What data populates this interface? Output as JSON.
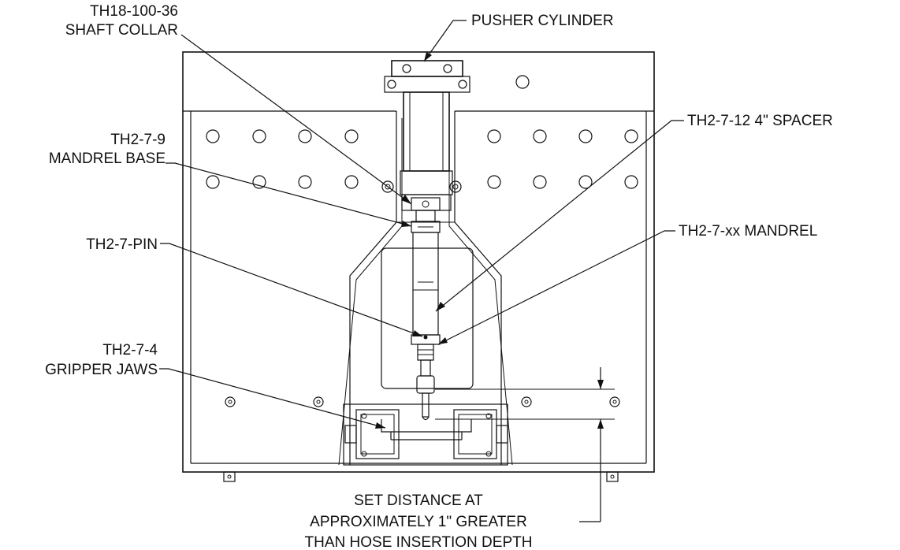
{
  "labels": {
    "shaft_collar_part": "TH18-100-36",
    "shaft_collar_name": "SHAFT COLLAR",
    "pusher_cylinder": "PUSHER CYLINDER",
    "mandrel_base_part": "TH2-7-9",
    "mandrel_base_name": "MANDREL BASE",
    "spacer": "TH2-7-12  4\" SPACER",
    "pin": "TH2-7-PIN",
    "mandrel": "TH2-7-xx MANDREL",
    "gripper_part": "TH2-7-4",
    "gripper_name": "GRIPPER JAWS",
    "note_line1": "SET DISTANCE AT",
    "note_line2": "APPROXIMATELY 1\" GREATER",
    "note_line3": "THAN HOSE INSERTION DEPTH"
  },
  "colors": {
    "line": "#111111",
    "background": "#ffffff"
  }
}
